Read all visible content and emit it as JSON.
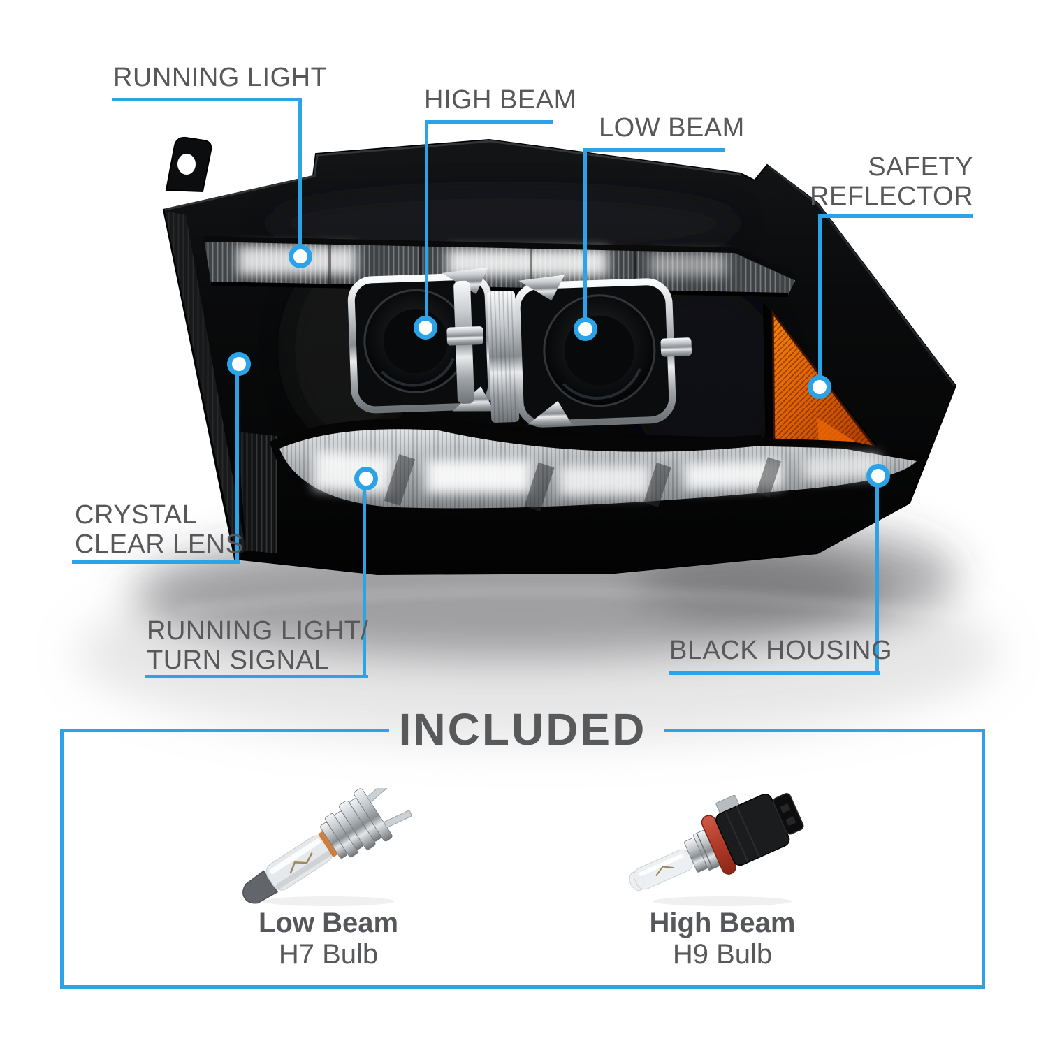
{
  "callouts": {
    "running_light": {
      "label": "RUNNING LIGHT"
    },
    "high_beam": {
      "label": "HIGH BEAM"
    },
    "low_beam": {
      "label": "LOW BEAM"
    },
    "safety_reflector": {
      "label": "SAFETY\nREFLECTOR"
    },
    "crystal_clear_lens": {
      "label": "CRYSTAL\nCLEAR LENS"
    },
    "running_light_turn_signal": {
      "label": "RUNNING LIGHT/\nTURN SIGNAL"
    },
    "black_housing": {
      "label": "BLACK HOUSING"
    }
  },
  "included": {
    "title": "INCLUDED",
    "items": [
      {
        "name": "Low Beam",
        "bulb": "H7 Bulb"
      },
      {
        "name": "High Beam",
        "bulb": "H9 Bulb"
      }
    ]
  },
  "colors": {
    "accent_blue": "#2BA3E6",
    "label_gray": "#58595B",
    "reflector_amber": "#D96A08",
    "housing_black": "#0A0A0A"
  }
}
